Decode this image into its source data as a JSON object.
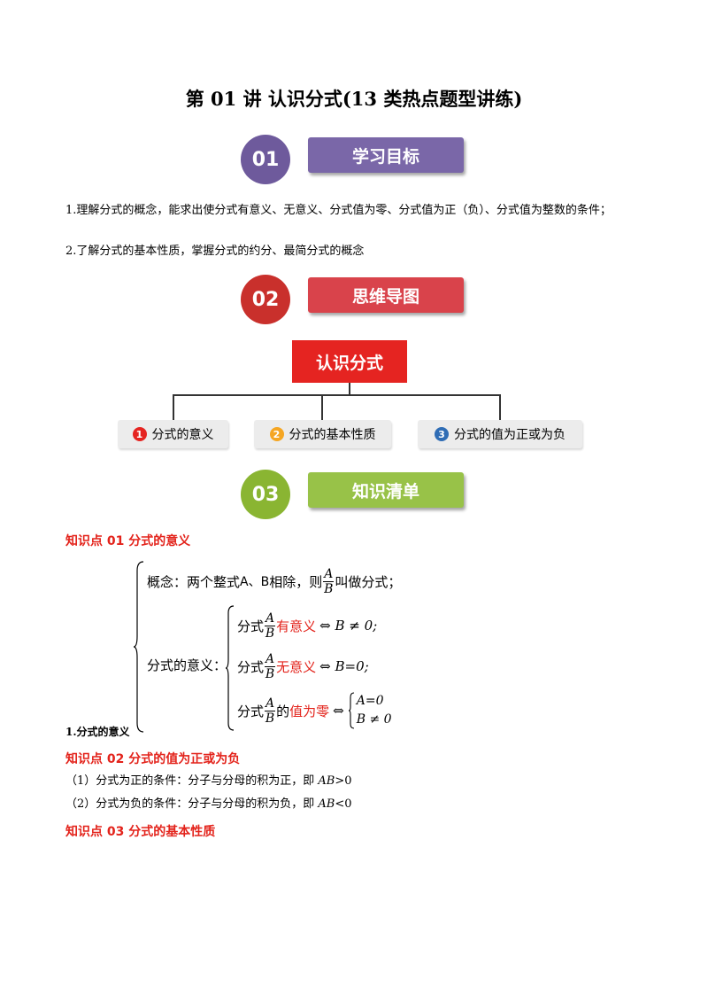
{
  "title": "第 01 讲  认识分式(13 类热点题型讲练)",
  "sections": [
    {
      "num": "01",
      "label": "学习目标",
      "circle_color": "#6e5a9c",
      "banner_color": "#7a67a8"
    },
    {
      "num": "02",
      "label": "思维导图",
      "circle_color": "#c9302c",
      "banner_color": "#d9434b"
    },
    {
      "num": "03",
      "label": "知识清单",
      "circle_color": "#8ab532",
      "banner_color": "#98c248"
    }
  ],
  "goals": [
    "1.理解分式的概念，能求出使分式有意义、无意义、分式值为零、分式值为正（负）、分式值为整数的条件；",
    "2.了解分式的基本性质，掌握分式的约分、最简分式的概念"
  ],
  "mindmap": {
    "root": "认识分式",
    "branches": [
      {
        "num": "1",
        "label": "分式的意义",
        "color": "#e52421"
      },
      {
        "num": "2",
        "label": "分式的基本性质",
        "color": "#f5a623"
      },
      {
        "num": "3",
        "label": "分式的值为正或为负",
        "color": "#2f6db5"
      }
    ]
  },
  "kp1": {
    "heading": "知识点 01    分式的意义",
    "concept_a": "概念：两个整式",
    "concept_b": "A、B",
    "concept_c": "相除，则",
    "concept_d": "叫做分式；",
    "meaning_label": "分式的意义：",
    "frac_num": "A",
    "frac_den": "B",
    "fenshi": "分式",
    "line1_red": "有意义",
    "line1_cond": "⇔ B ≠ 0;",
    "line2_red": "无意义",
    "line2_cond": "⇔ B=0;",
    "line3_de": "的",
    "line3_red": "值为零",
    "line3_arrow": "⇔",
    "line3_c1": "A=0",
    "line3_c2": "B ≠ 0",
    "caption": "1.分式的意义"
  },
  "kp2": {
    "heading": "知识点 02    分式的值为正或为负",
    "item1_a": "（1）分式为正的条件：分子与分母的积为正，即 ",
    "item1_b": "AB",
    "item1_c": ">0",
    "item2_a": "（2）分式为负的条件：分子与分母的积为负，即 ",
    "item2_b": "AB",
    "item2_c": "<0"
  },
  "kp3": {
    "heading": "知识点 03    分式的基本性质"
  }
}
